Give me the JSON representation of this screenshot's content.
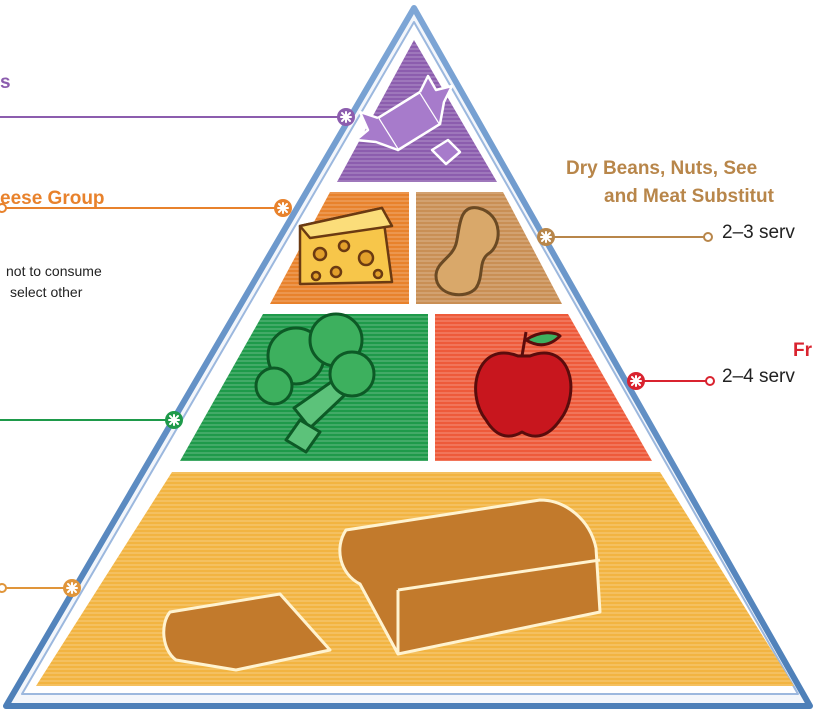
{
  "colors": {
    "sweets": "#8C5DAE",
    "dairy": "#E8822C",
    "protein": "#B8864A",
    "vegetable": "#1E9A4A",
    "fruit": "#D9232F",
    "grain": "#E0953A"
  },
  "labels": {
    "sweets_title_fragment": "s",
    "dairy_title_fragment": "eese Group",
    "dairy_note_line1": "not to consume",
    "dairy_note_line2": "select other",
    "protein_title_line1": "Dry Beans, Nuts, See",
    "protein_title_line2": "and Meat Substitut",
    "protein_servings": "2–3 serv",
    "fruit_title_fragment": "Fr",
    "fruit_servings": "2–4 serv"
  },
  "icons": {
    "sweets": "candy-icon",
    "dairy": "cheese-icon",
    "protein": "peanut-icon",
    "vegetable": "broccoli-icon",
    "fruit": "apple-icon",
    "grain": "bread-icon"
  }
}
